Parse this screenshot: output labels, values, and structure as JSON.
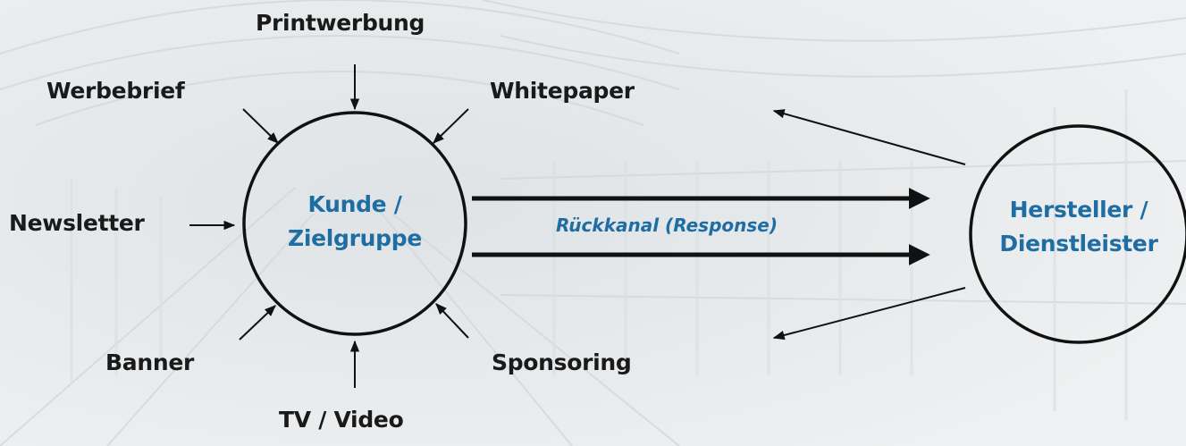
{
  "colors": {
    "accent": "#1f6ea3",
    "ink": "#111111"
  },
  "center_node": {
    "line1": "Kunde /",
    "line2": "Zielgruppe"
  },
  "right_node": {
    "line1": "Hersteller /",
    "line2": "Dienstleister"
  },
  "channels": {
    "top": "Printwerbung",
    "top_left": "Werbebrief",
    "top_right": "Whitepaper",
    "left": "Newsletter",
    "bottom_left": "Banner",
    "bottom_right": "Sponsoring",
    "bottom": "TV / Video"
  },
  "response_label": "Rückkanal (Response)"
}
